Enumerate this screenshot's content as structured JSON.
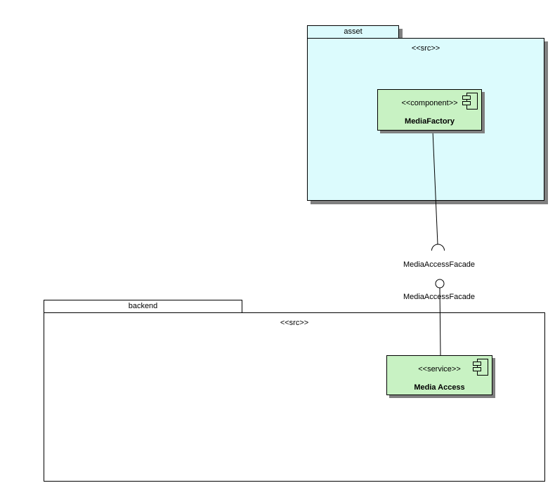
{
  "asset_package": {
    "name": "asset",
    "stereotype": "<<src>>"
  },
  "backend_package": {
    "name": "backend",
    "stereotype": "<<src>>"
  },
  "media_factory": {
    "stereotype": "<<component>>",
    "name": "MediaFactory"
  },
  "media_access": {
    "stereotype": "<<service>>",
    "name": "Media Access"
  },
  "interfaces": {
    "required_socket_label": "MediaAccessFacade",
    "provided_ball_label": "MediaAccessFacade"
  },
  "colors": {
    "package_fill": "#dcfbfd",
    "component_fill": "#c8f2c3",
    "shadow": "#808080",
    "border": "#000000",
    "background": "#ffffff"
  }
}
